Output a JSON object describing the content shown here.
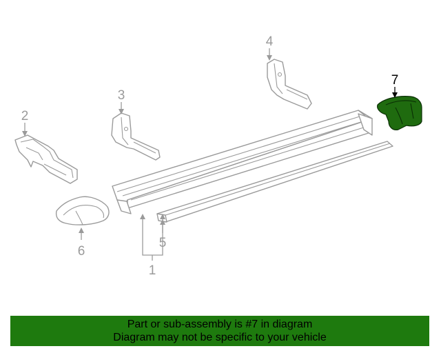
{
  "diagram": {
    "callouts": [
      {
        "id": "1",
        "highlighted": false
      },
      {
        "id": "2",
        "highlighted": false
      },
      {
        "id": "3",
        "highlighted": false
      },
      {
        "id": "4",
        "highlighted": false
      },
      {
        "id": "5",
        "highlighted": false
      },
      {
        "id": "6",
        "highlighted": false
      },
      {
        "id": "7",
        "highlighted": true
      }
    ],
    "highlight_color": "#1e7a0e",
    "highlighted_part_color": "#1f6b0f"
  },
  "notice": {
    "line1": "Part or sub-assembly is #7 in diagram",
    "line2": "Diagram may not be specific to your vehicle",
    "background": "#1e7a0e"
  }
}
